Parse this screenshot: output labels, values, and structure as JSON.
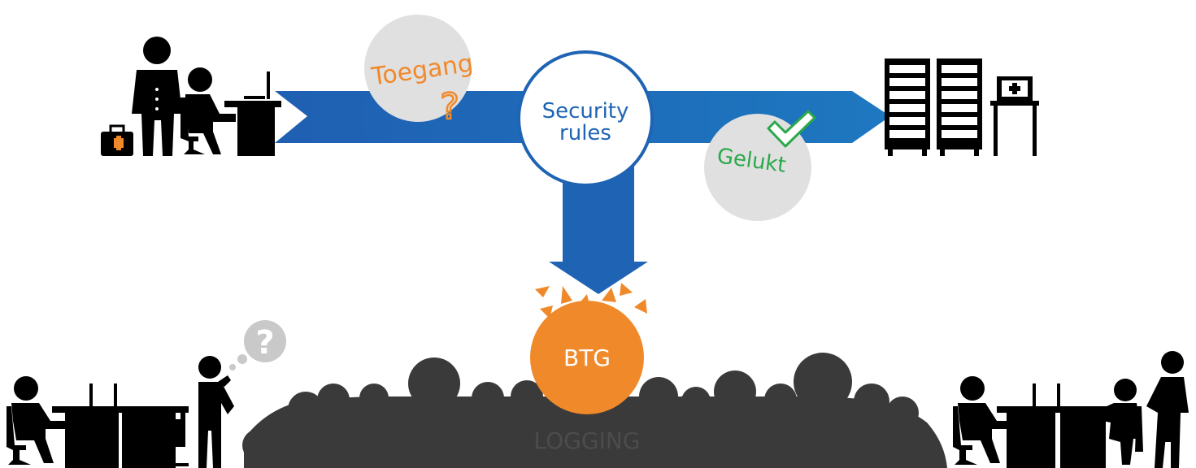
{
  "labels": {
    "access": "Toegang",
    "access_symbol": "?",
    "security_line1": "Security",
    "security_line2": "rules",
    "success": "Gelukt",
    "btg": "BTG",
    "logging": "LOGGING",
    "question": "?"
  },
  "colors": {
    "arrow_blue": "#1f64b4",
    "arrow_blue_light": "#1e74bd",
    "orange": "#f0892a",
    "green": "#2aa84a",
    "bubble_gray": "#e0e0e0",
    "cloud_dark": "#3a3a3a",
    "logging_text": "#4c4c4c",
    "silhouette": "#000000",
    "bubble_question": "#c9c9c9",
    "white": "#ffffff"
  },
  "icons": {
    "requester": "doctor-and-desk-user-icon",
    "server": "server-racks-icon",
    "terminal": "medical-terminal-icon",
    "access_mark": "question-mark-icon",
    "success_mark": "check-mark-icon",
    "thinking_person": "thinking-person-icon",
    "left_office": "desk-workers-icon",
    "right_office": "desk-workers-icon"
  }
}
